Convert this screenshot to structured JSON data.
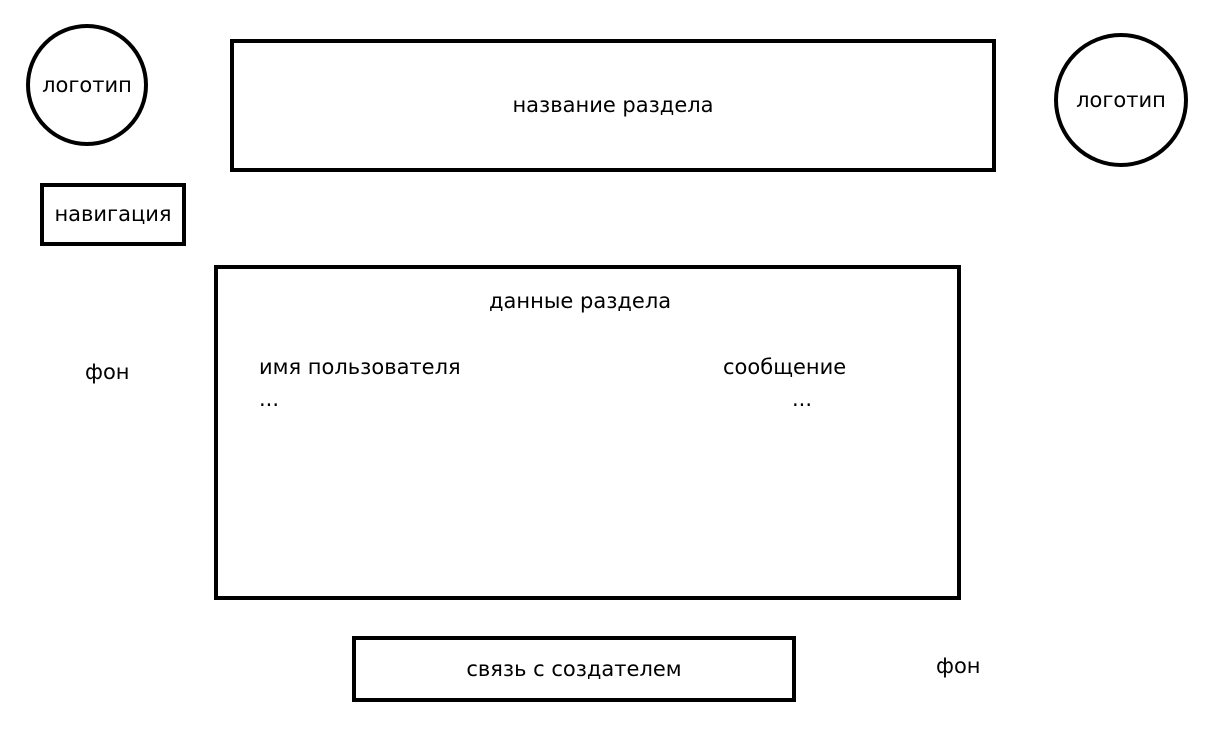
{
  "logo_left": {
    "label": "логотип"
  },
  "logo_right": {
    "label": "логотип"
  },
  "header": {
    "title": "название раздела"
  },
  "navigation": {
    "label": "навигация"
  },
  "background_left": {
    "label": "фон"
  },
  "background_right": {
    "label": "фон"
  },
  "content": {
    "title": "данные раздела",
    "columns": [
      {
        "header": "имя пользователя",
        "row": "..."
      },
      {
        "header": "сообщение",
        "row": "..."
      }
    ]
  },
  "footer": {
    "label": "связь с создателем"
  },
  "colors": {
    "stroke": "#000000",
    "background": "#ffffff"
  }
}
